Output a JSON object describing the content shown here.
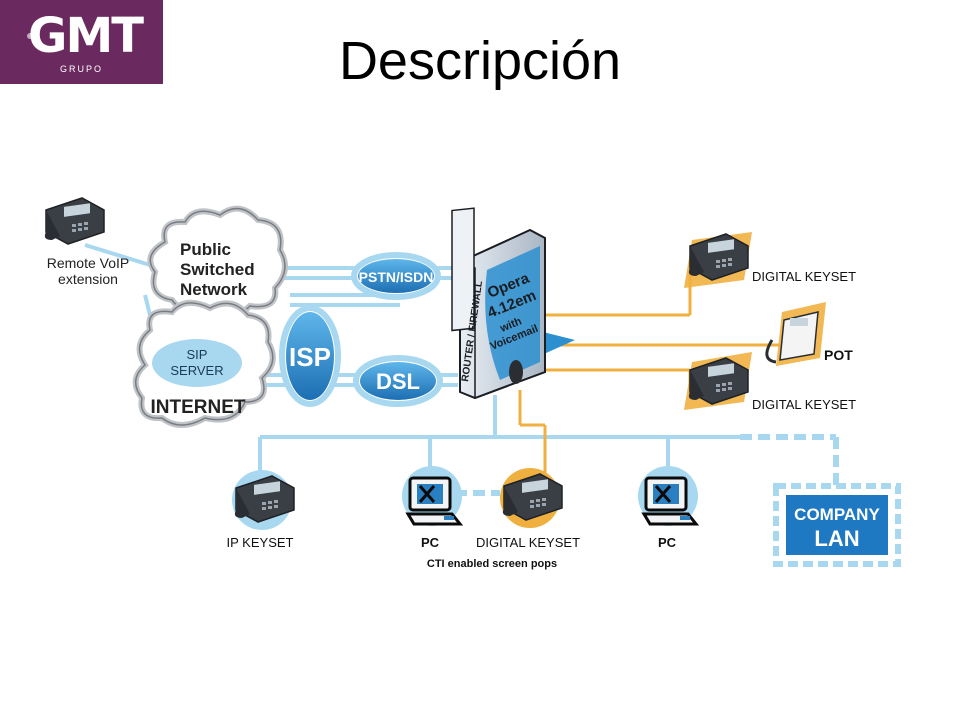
{
  "logo": {
    "text": "GMT",
    "subtitle": "GRUPO",
    "color": "#6b2a5f"
  },
  "title": "Descripción",
  "diagram": {
    "clouds": {
      "pstn": [
        "Public",
        "Switched",
        "Network"
      ],
      "internet_server": [
        "SIP",
        "SERVER"
      ],
      "internet_label": "INTERNET"
    },
    "nodes": {
      "remote": [
        "Remote VoIP",
        "extension"
      ],
      "pstn_isdn": "PSTN/ISDN",
      "isp": "ISP",
      "dsl": "DSL",
      "opera_lines": [
        "Opera",
        "4.12em",
        "with",
        "Voicemail"
      ],
      "router_firewall": "ROUTER / FIREWALL",
      "digital_keyset_1": "DIGITAL KEYSET",
      "pot": "POT",
      "digital_keyset_2": "DIGITAL KEYSET",
      "ip_keyset": "IP KEYSET",
      "pc_1": "PC",
      "digital_keyset_3": "DIGITAL KEYSET",
      "pc_2": "PC",
      "cti_caption": "CTI enabled screen pops",
      "company_lan": [
        "COMPANY",
        "LAN"
      ]
    },
    "colors": {
      "network_line": "#a8d8f0",
      "digital_line": "#f0b040",
      "node_blue": "#2c8fd0",
      "node_blue_dark": "#1a5e9a",
      "lan_blue": "#1e78c2"
    }
  }
}
